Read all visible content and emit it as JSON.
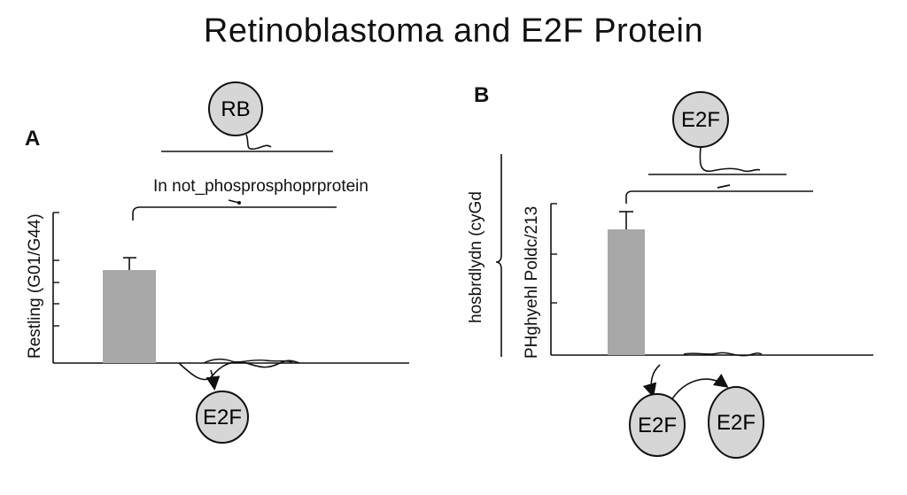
{
  "title": "Retinoblastoma and E2F Protein",
  "panel_a": {
    "label": "A",
    "rb_node": "RB",
    "annotation": "In not_phosprosphoprprotein",
    "y_axis_label": "Restling (G01/G44)",
    "e2f_node": "E2F"
  },
  "panel_b": {
    "label": "B",
    "e2f_top_node": "E2F",
    "brace_label": "hosbrdlydn (cyGd",
    "y_axis_label": "PHghyehl Poldc/213",
    "e2f_bottom_left": "E2F",
    "e2f_bottom_right": "E2F"
  },
  "colors": {
    "node_fill": "#d6d6d6",
    "bar_fill": "#a8a8a8",
    "stroke": "#111111"
  }
}
